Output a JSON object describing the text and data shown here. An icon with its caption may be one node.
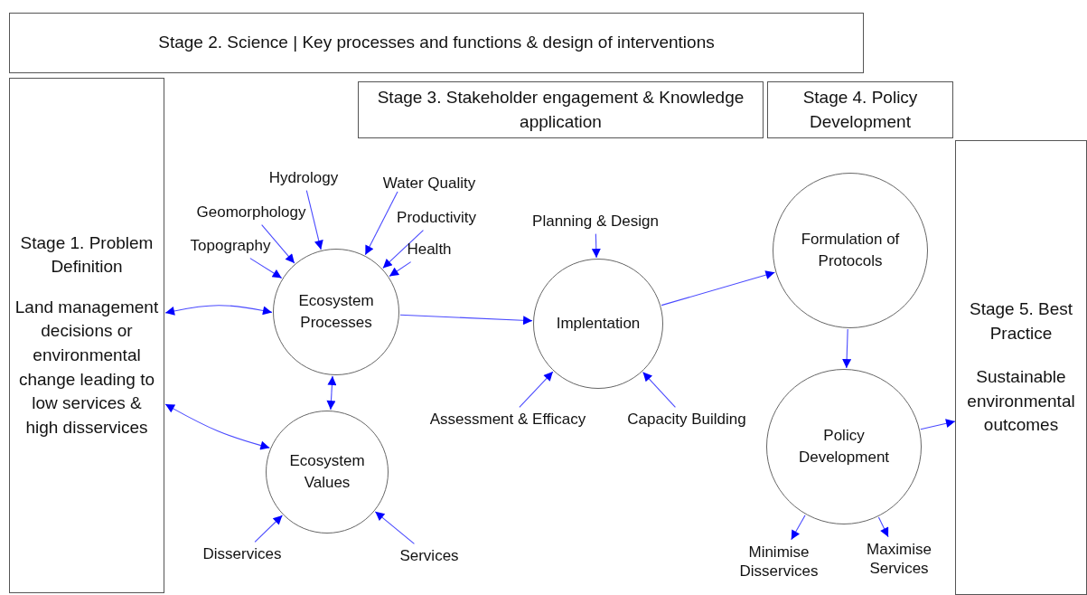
{
  "diagram": {
    "nodes": [
      {
        "text": [
          "Stage 2. Science | Key processes and functions & design of interventions"
        ]
      },
      {
        "text": [
          "Stage 1. Problem Definition",
          "Land management decisions or environmental change leading to low services & high disservices"
        ]
      },
      {
        "text": [
          "Stage 3. Stakeholder engagement & Knowledge application"
        ]
      },
      {
        "text": [
          "Stage 4. Policy Development"
        ]
      },
      {
        "text": [
          "Stage 5. Best Practice",
          "Sustainable environmental outcomes"
        ]
      },
      {
        "text": [
          "Ecosystem Processes"
        ]
      },
      {
        "text": [
          "Ecosystem Values"
        ]
      },
      {
        "text": [
          "Implentation"
        ]
      },
      {
        "text": [
          "Formulation of Protocols"
        ]
      },
      {
        "text": [
          "Policy Development"
        ]
      },
      {
        "text": [
          "Hydrology"
        ]
      },
      {
        "text": [
          "Water Quality"
        ]
      },
      {
        "text": [
          "Geomorphology"
        ]
      },
      {
        "text": [
          "Productivity"
        ]
      },
      {
        "text": [
          "Topography"
        ]
      },
      {
        "text": [
          "Health"
        ]
      },
      {
        "text": [
          "Planning & Design"
        ]
      },
      {
        "text": [
          "Assessment & Efficacy"
        ]
      },
      {
        "text": [
          "Capacity Building"
        ]
      },
      {
        "text": [
          "Disservices"
        ]
      },
      {
        "text": [
          "Services"
        ]
      },
      {
        "text": [
          "Minimise Disservices"
        ]
      },
      {
        "text": [
          "Maximise Services"
        ]
      }
    ],
    "edges": [
      {
        "from": 1,
        "to": 5,
        "arrow": "both"
      },
      {
        "from": 1,
        "to": 6,
        "arrow": "both"
      },
      {
        "from": 5,
        "to": 6,
        "arrow": "both"
      },
      {
        "from": 5,
        "to": 7,
        "arrow": "to"
      },
      {
        "from": 7,
        "to": 8,
        "arrow": "to"
      },
      {
        "from": 8,
        "to": 9,
        "arrow": "to"
      },
      {
        "from": 9,
        "to": 4,
        "arrow": "to"
      },
      {
        "from": 10,
        "to": 5,
        "arrow": "to"
      },
      {
        "from": 11,
        "to": 5,
        "arrow": "to"
      },
      {
        "from": 12,
        "to": 5,
        "arrow": "to"
      },
      {
        "from": 13,
        "to": 5,
        "arrow": "to"
      },
      {
        "from": 14,
        "to": 5,
        "arrow": "to"
      },
      {
        "from": 15,
        "to": 5,
        "arrow": "to"
      },
      {
        "from": 16,
        "to": 7,
        "arrow": "to"
      },
      {
        "from": 17,
        "to": 7,
        "arrow": "to"
      },
      {
        "from": 18,
        "to": 7,
        "arrow": "to"
      },
      {
        "from": 19,
        "to": 6,
        "arrow": "to"
      },
      {
        "from": 20,
        "to": 6,
        "arrow": "to"
      },
      {
        "from": 9,
        "to": 21,
        "arrow": "to"
      },
      {
        "from": 9,
        "to": 22,
        "arrow": "to"
      }
    ]
  }
}
